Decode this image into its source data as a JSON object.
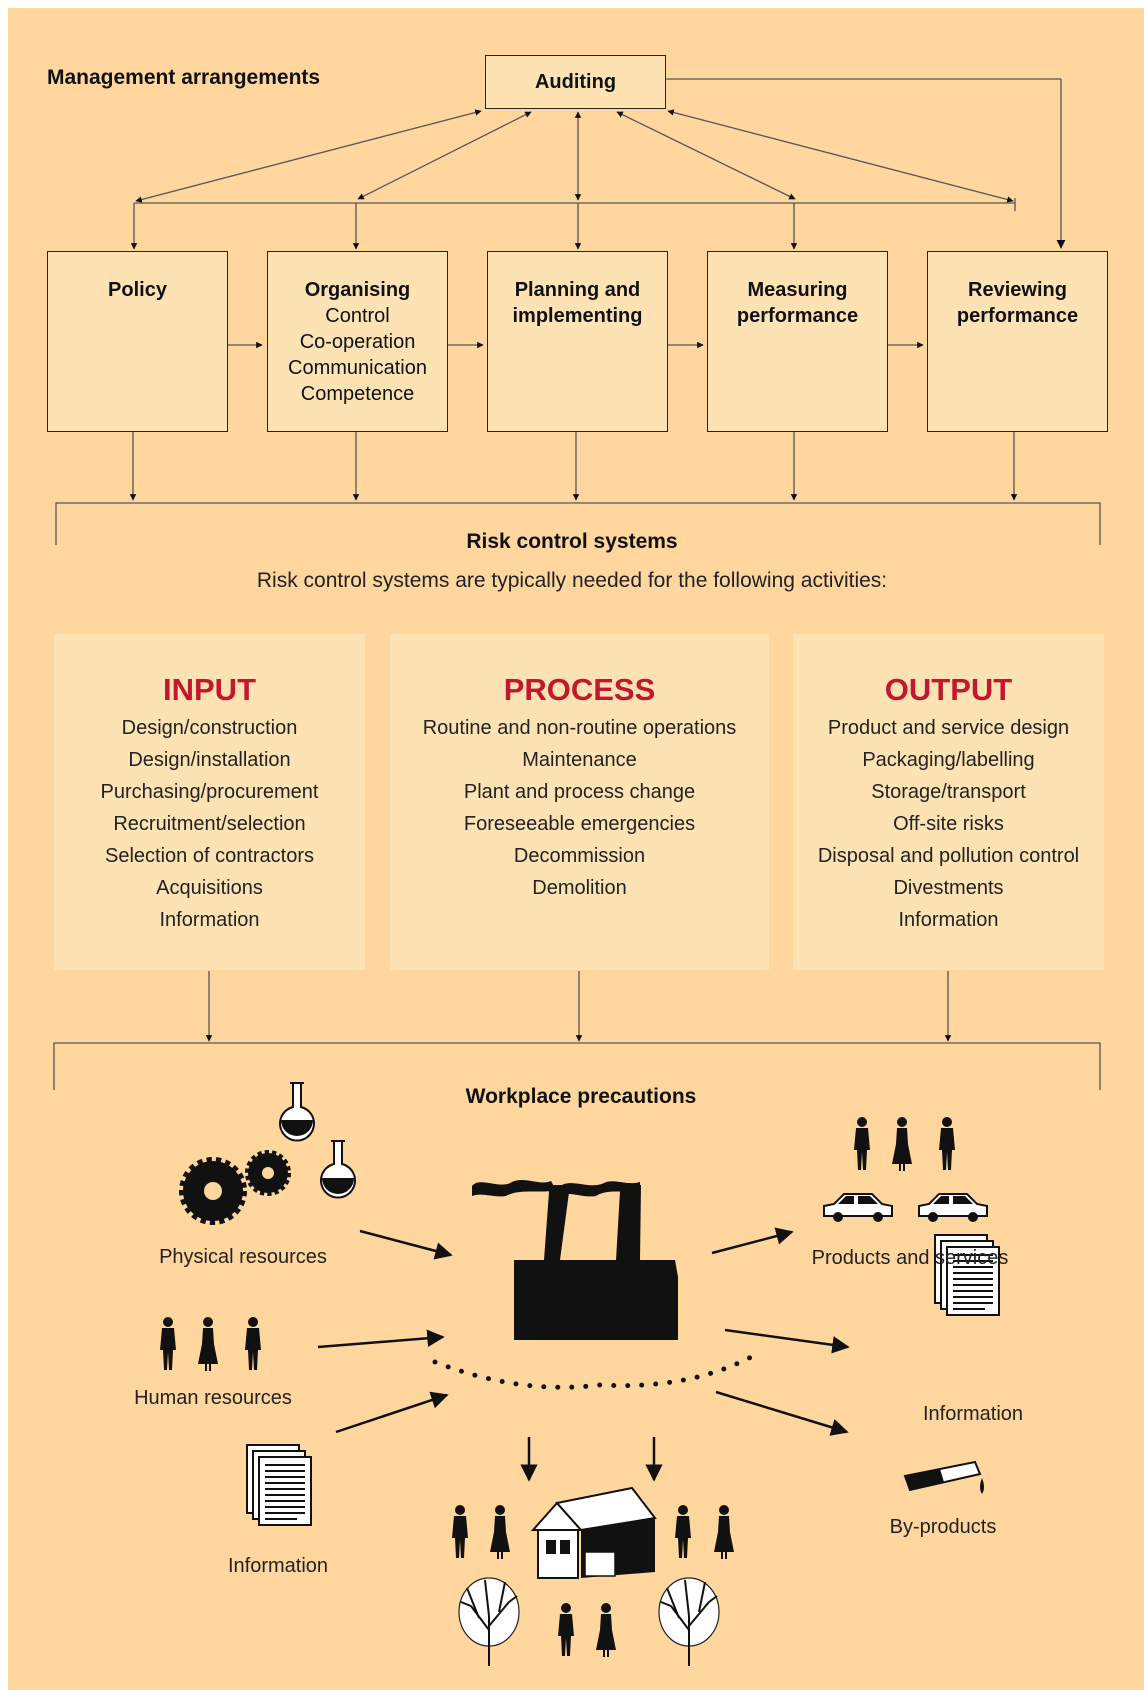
{
  "header": {
    "title": "Management arrangements"
  },
  "auditing": {
    "label": "Auditing"
  },
  "stages": [
    {
      "title": "Policy",
      "items": []
    },
    {
      "title": "Organising",
      "items": [
        "Control",
        "Co-operation",
        "Communication",
        "Competence"
      ]
    },
    {
      "title": "Planning and implementing",
      "items": []
    },
    {
      "title": "Measuring performance",
      "items": []
    },
    {
      "title": "Reviewing performance",
      "items": []
    }
  ],
  "risk_control": {
    "title": "Risk control systems",
    "subtitle": "Risk control systems are typically needed for the following activities:"
  },
  "panels": [
    {
      "title": "INPUT",
      "items": [
        "Design/construction",
        "Design/installation",
        "Purchasing/procurement",
        "Recruitment/selection",
        "Selection of contractors",
        "Acquisitions",
        "Information"
      ]
    },
    {
      "title": "PROCESS",
      "items": [
        "Routine and non-routine operations",
        "Maintenance",
        "Plant and process change",
        "Foreseeable emergencies",
        "Decommission",
        "Demolition"
      ]
    },
    {
      "title": "OUTPUT",
      "items": [
        "Product and service design",
        "Packaging/labelling",
        "Storage/transport",
        "Off-site risks",
        "Disposal and pollution control",
        "Divestments",
        "Information"
      ]
    }
  ],
  "workplace": {
    "title": "Workplace precautions",
    "physical_resources": "Physical resources",
    "human_resources": "Human resources",
    "information_in": "Information",
    "products_services": "Products and services",
    "information_out": "Information",
    "by_products": "By-products"
  },
  "colors": {
    "background": "#ffd79e",
    "box": "#fde3b3",
    "accent_red": "#c1182b"
  }
}
